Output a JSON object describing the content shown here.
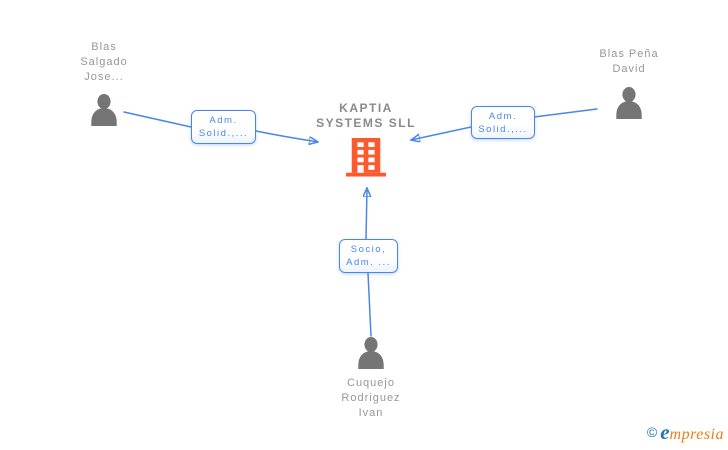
{
  "company": {
    "name": [
      "KAPTIA",
      "SYSTEMS SLL"
    ]
  },
  "persons": [
    {
      "name": [
        "Blas",
        "Salgado",
        "Jose..."
      ]
    },
    {
      "name": [
        "Blas Peña",
        "David"
      ]
    },
    {
      "name": [
        "Cuquejo",
        "Rodriguez",
        "Ivan"
      ]
    }
  ],
  "edges": [
    {
      "label": [
        "Adm.",
        "Solid.,..."
      ]
    },
    {
      "label": [
        "Adm.",
        "Solid.,..."
      ]
    },
    {
      "label": [
        "Socio,",
        "Adm. ..."
      ]
    }
  ],
  "footer": {
    "copyright": "©",
    "brand_initial": "e",
    "brand_rest": "mpresia"
  },
  "colors": {
    "edge_blue": "#4a86e8",
    "building_orange": "#fb5a2e",
    "person_gray": "#757575",
    "name_gray": "#979797",
    "title_gray": "#8a8a8a",
    "logo_blue": "#2077b2",
    "logo_orange": "#ee7d18"
  }
}
